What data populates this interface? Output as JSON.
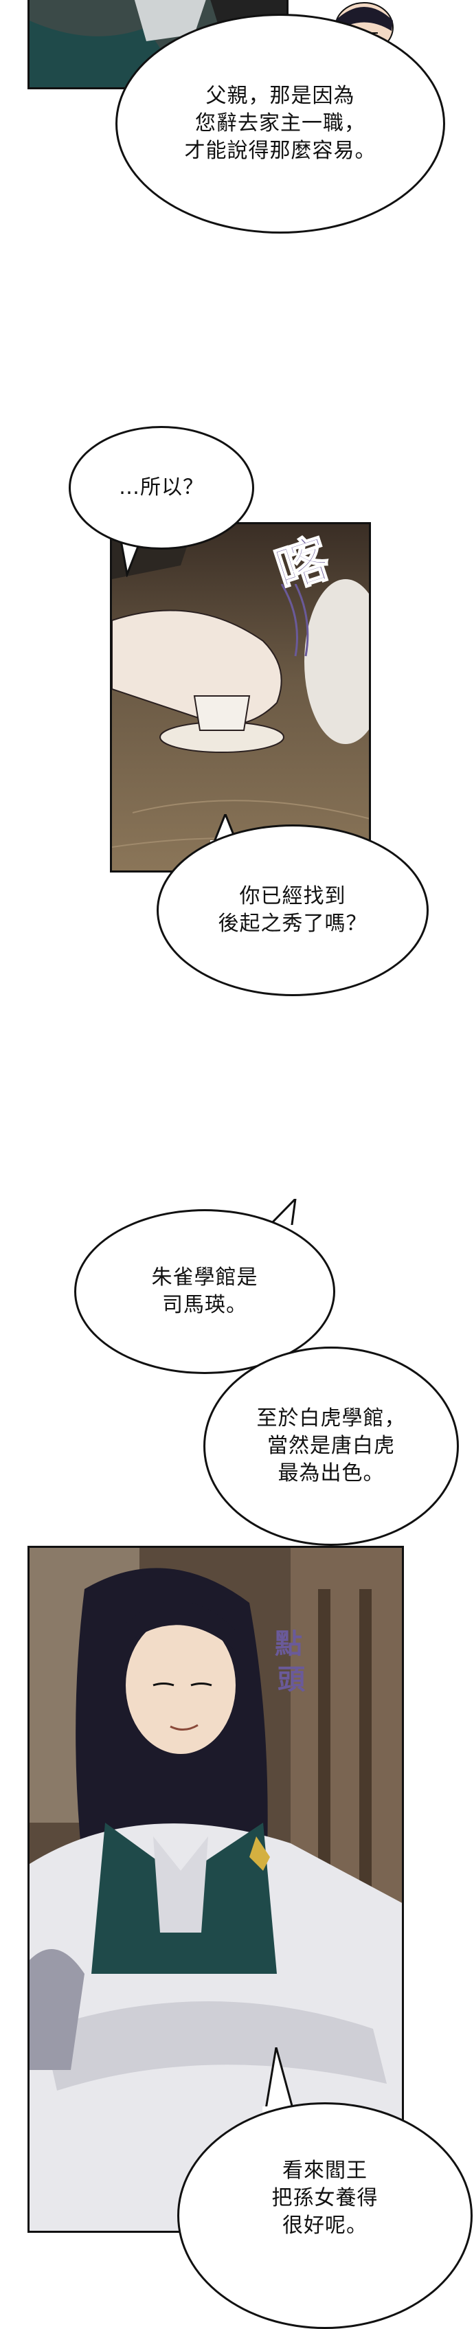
{
  "bubbles": [
    {
      "id": "b1",
      "lines": [
        "父親，那是因為",
        "您辭去家主一職，",
        "才能說得那麼容易。"
      ]
    },
    {
      "id": "b2",
      "lines": [
        "…所以？"
      ]
    },
    {
      "id": "b3",
      "lines": [
        "你已經找到",
        "後起之秀了嗎？"
      ]
    },
    {
      "id": "b4",
      "lines": [
        "朱雀學館是",
        "司馬瑛。"
      ]
    },
    {
      "id": "b5",
      "lines": [
        "至於白虎學館，",
        "當然是唐白虎",
        "最為出色。"
      ]
    },
    {
      "id": "b6",
      "lines": [
        "看來閻王",
        "把孫女養得",
        "很好呢。"
      ]
    }
  ],
  "sfx": {
    "clink": "喀",
    "nod_1": "點",
    "nod_2": "頭"
  },
  "colors": {
    "robe_teal": "#1f4a4a",
    "table_wood": "#6b5a45",
    "hair": "#1c1a2a",
    "sfx_purple": "#6a5a9a"
  }
}
